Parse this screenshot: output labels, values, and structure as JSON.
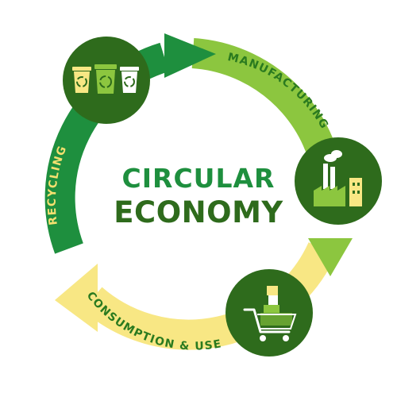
{
  "title": {
    "line1": "CIRCULAR",
    "line2": "ECONOMY"
  },
  "stages": [
    {
      "label": "MANUFACTURING",
      "icon": "factory-icon"
    },
    {
      "label": "CONSUMPTION & USE",
      "icon": "shopping-cart-icon"
    },
    {
      "label": "RECYCLING",
      "icon": "recycling-bins-icon"
    }
  ],
  "colors": {
    "light_green": "#8cc63f",
    "dark_green": "#1e8f3e",
    "yellow": "#f8e784",
    "deep_green": "#2e6b1c",
    "title_green": "#1e8f3e",
    "title_dark": "#2e6b1c",
    "label_yellow": "#f5e070",
    "label_green": "#2a7a1f"
  }
}
